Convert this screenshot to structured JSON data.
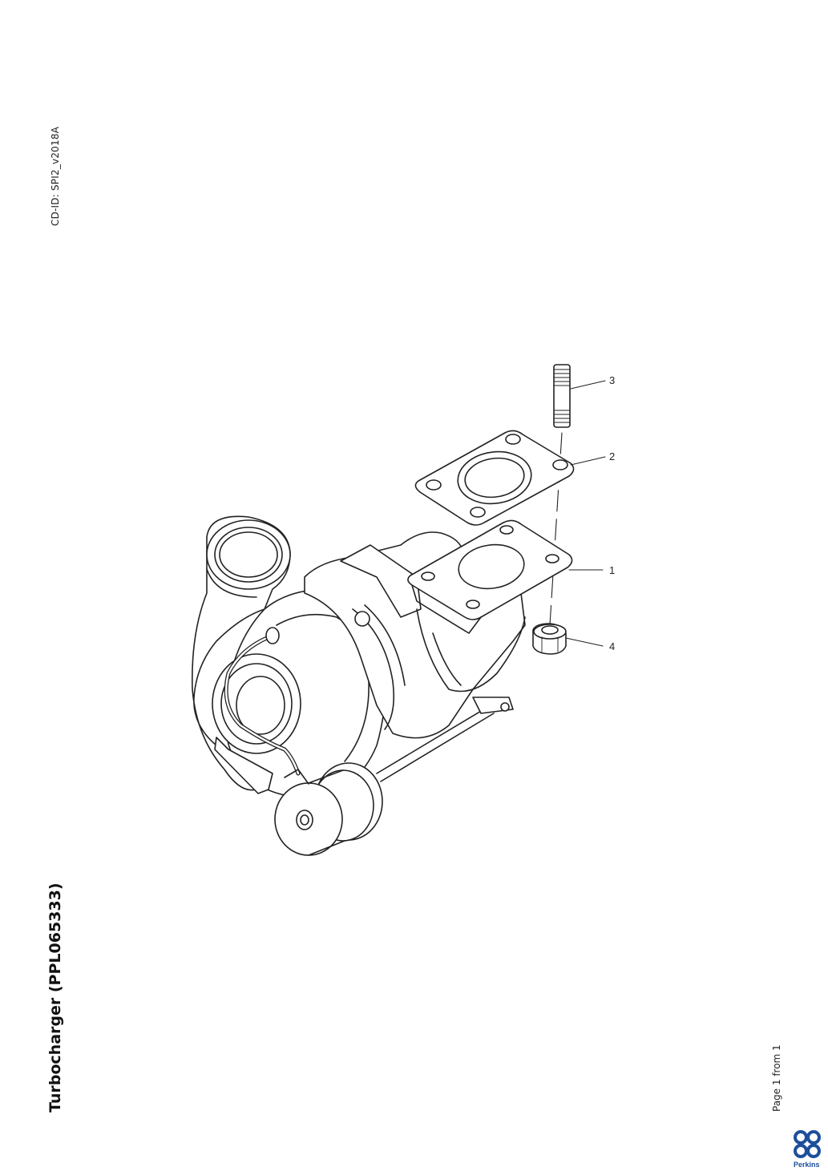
{
  "document": {
    "cd_id": "CD-ID: SPI2_v2018A",
    "title": "Turbocharger (PPL065333)",
    "page_info": "Page 1 from 1"
  },
  "diagram": {
    "callouts": [
      {
        "id": "3",
        "label": "3"
      },
      {
        "id": "2",
        "label": "2"
      },
      {
        "id": "1",
        "label": "1"
      },
      {
        "id": "4",
        "label": "4"
      }
    ]
  },
  "logo": {
    "name": "perkins-logo",
    "text": "Perkins",
    "color": "#1d4f9b"
  }
}
